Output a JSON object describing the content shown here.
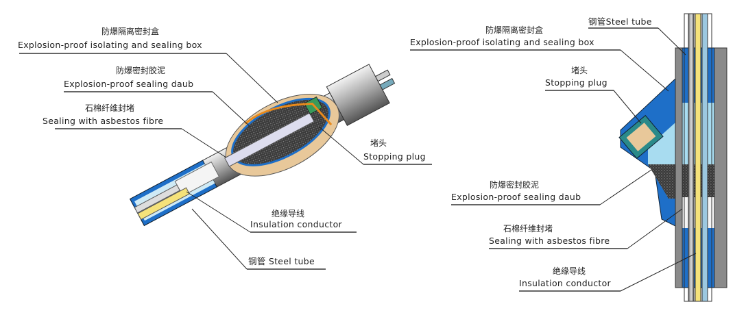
{
  "left_figure": {
    "labels": {
      "box": {
        "cn": "防爆隔离密封盒",
        "en": "Explosion-proof isolating and sealing box"
      },
      "daub": {
        "cn": "防爆密封胶泥",
        "en": "Explosion-proof sealing daub"
      },
      "asbestos": {
        "cn": "石棉纤维封堵",
        "en": "Sealing with asbestos fibre"
      },
      "plug": {
        "cn": "堵头",
        "en": "Stopping plug"
      },
      "conductor": {
        "cn": "绝缘导线",
        "en": "Insulation conductor"
      },
      "tube": {
        "text": "钢管  Steel tube"
      }
    }
  },
  "right_figure": {
    "labels": {
      "tube": {
        "text": "钢管Steel tube"
      },
      "box": {
        "cn": "防爆隔离密封盒",
        "en": "Explosion-proof isolating and sealing box"
      },
      "plug": {
        "cn": "堵头",
        "en": "Stopping plug"
      },
      "daub": {
        "cn": "防爆密封胶泥",
        "en": "Explosion-proof sealing daub"
      },
      "asbestos": {
        "cn": "石棉纤维封堵",
        "en": "Sealing with asbestos fibre"
      },
      "conductor": {
        "cn": "绝缘导线",
        "en": "Insulation conductor"
      }
    }
  },
  "colors": {
    "blue": "#1e6fc8",
    "light_blue": "#a8dcf0",
    "daub": "#555",
    "orange": "#e98a1c",
    "tan": "#e8c89a"
  }
}
